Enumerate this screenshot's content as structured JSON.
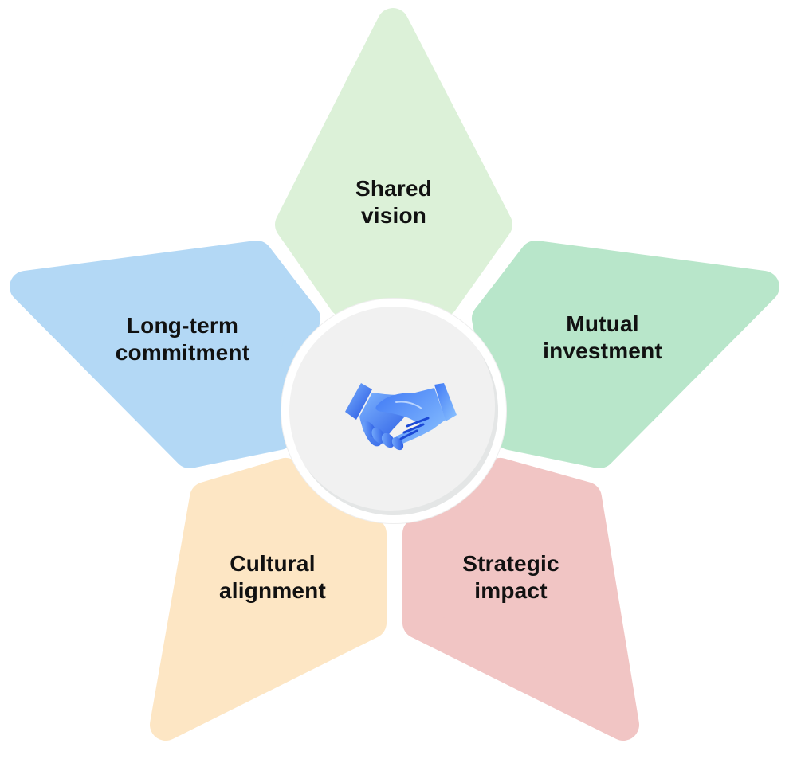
{
  "diagram": {
    "type": "star-radial",
    "center": {
      "icon": "handshake-icon",
      "icon_color": "#2F6BF0",
      "fill": "#F1F1F1",
      "ring": "#FFFFFF"
    },
    "petals": [
      {
        "id": "shared-vision",
        "line1": "Shared",
        "line2": "vision",
        "color": "#DCF1D8"
      },
      {
        "id": "mutual-investment",
        "line1": "Mutual",
        "line2": "investment",
        "color": "#B8E6CA"
      },
      {
        "id": "strategic-impact",
        "line1": "Strategic",
        "line2": "impact",
        "color": "#F1C5C4"
      },
      {
        "id": "cultural-alignment",
        "line1": "Cultural",
        "line2": "alignment",
        "color": "#FDE6C4"
      },
      {
        "id": "long-term-commitment",
        "line1": "Long-term",
        "line2": "commitment",
        "color": "#B3D8F5"
      }
    ]
  }
}
